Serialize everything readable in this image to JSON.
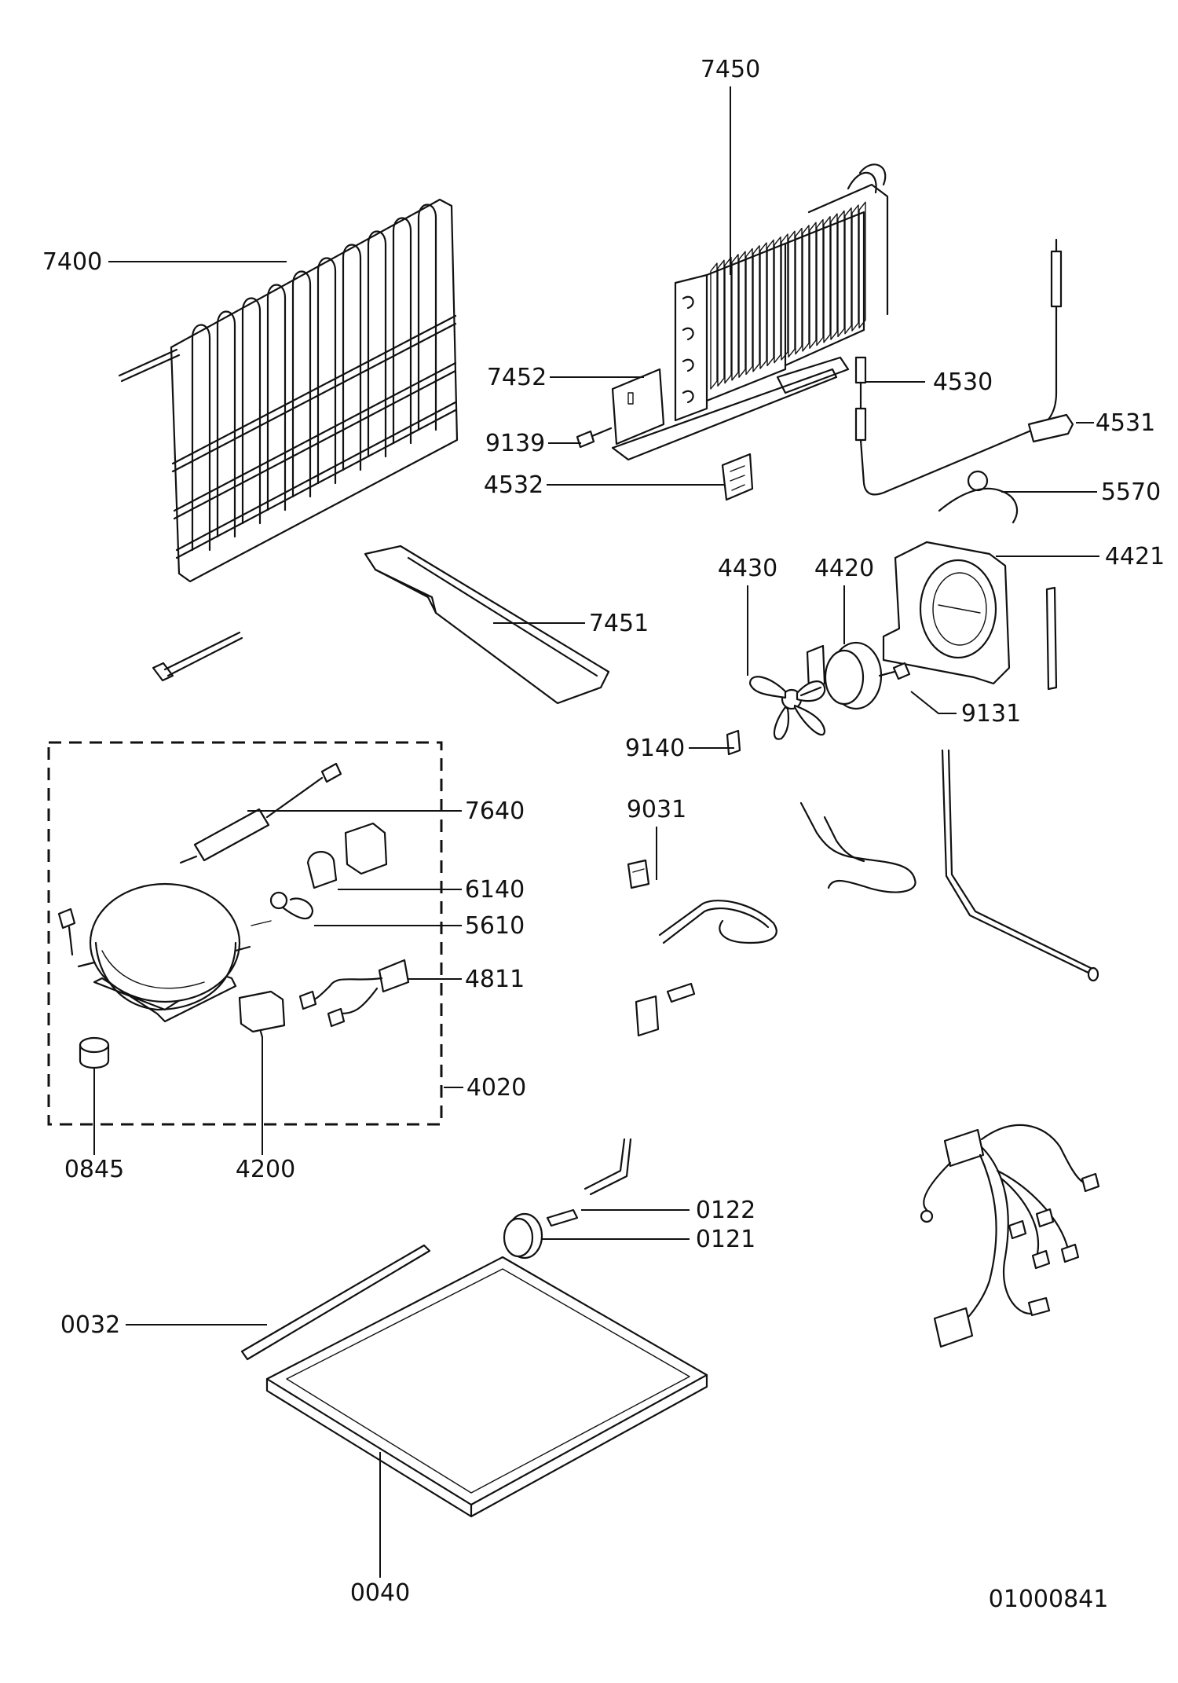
{
  "diagram": {
    "document_id": "01000841",
    "kit_box_label": "4020",
    "callouts": [
      {
        "id": "7450",
        "label": "7450"
      },
      {
        "id": "7400",
        "label": "7400"
      },
      {
        "id": "7452",
        "label": "7452"
      },
      {
        "id": "4530",
        "label": "4530"
      },
      {
        "id": "9139",
        "label": "9139"
      },
      {
        "id": "4531",
        "label": "4531"
      },
      {
        "id": "4532",
        "label": "4532"
      },
      {
        "id": "5570",
        "label": "5570"
      },
      {
        "id": "4430",
        "label": "4430"
      },
      {
        "id": "4420",
        "label": "4420"
      },
      {
        "id": "4421",
        "label": "4421"
      },
      {
        "id": "7451",
        "label": "7451"
      },
      {
        "id": "9131",
        "label": "9131"
      },
      {
        "id": "9140",
        "label": "9140"
      },
      {
        "id": "7640",
        "label": "7640"
      },
      {
        "id": "9031",
        "label": "9031"
      },
      {
        "id": "6140",
        "label": "6140"
      },
      {
        "id": "5610",
        "label": "5610"
      },
      {
        "id": "4811",
        "label": "4811"
      },
      {
        "id": "4020",
        "label": "4020"
      },
      {
        "id": "0845",
        "label": "0845"
      },
      {
        "id": "4200",
        "label": "4200"
      },
      {
        "id": "0122",
        "label": "0122"
      },
      {
        "id": "0121",
        "label": "0121"
      },
      {
        "id": "0032",
        "label": "0032"
      },
      {
        "id": "0040",
        "label": "0040"
      }
    ]
  }
}
